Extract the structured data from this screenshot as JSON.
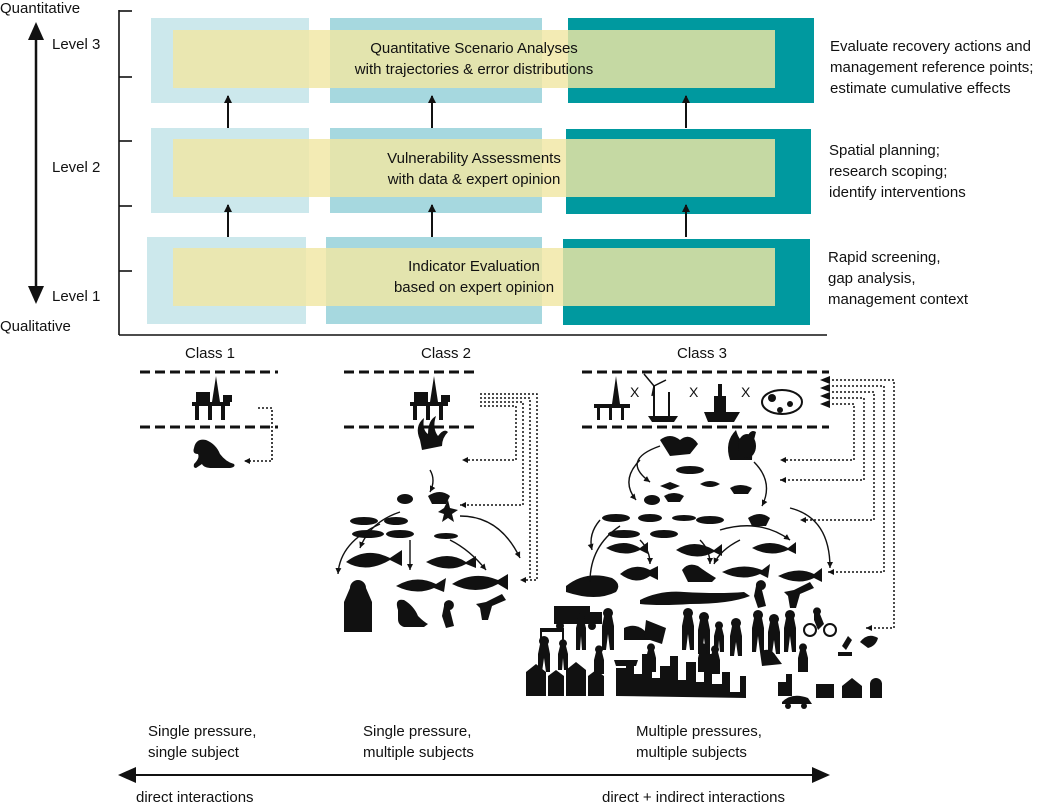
{
  "axis": {
    "top_label": "Quantitative",
    "bottom_label": "Qualitative",
    "levels": [
      "Level 3",
      "Level 2",
      "Level 1"
    ]
  },
  "levels": [
    {
      "title_line1": "Quantitative Scenario Analyses",
      "title_line2": "with trajectories & error distributions",
      "purpose_lines": [
        "Evaluate recovery actions and",
        "management reference points;",
        "estimate cumulative effects"
      ]
    },
    {
      "title_line1": "Vulnerability Assessments",
      "title_line2": "with data & expert opinion",
      "purpose_lines": [
        "Spatial planning;",
        "research scoping;",
        "identify interventions"
      ]
    },
    {
      "title_line1": "Indicator Evaluation",
      "title_line2": "based on expert opinion",
      "purpose_lines": [
        "Rapid screening,",
        "gap analysis,",
        "management context"
      ]
    }
  ],
  "classes": [
    {
      "name": "Class 1",
      "desc_line1": "Single pressure,",
      "desc_line2": "single subject"
    },
    {
      "name": "Class 2",
      "desc_line1": "Single pressure,",
      "desc_line2": "multiple subjects"
    },
    {
      "name": "Class 3",
      "desc_line1": "Multiple pressures,",
      "desc_line2": "multiple subjects"
    }
  ],
  "bottom_axis": {
    "left_label": "direct interactions",
    "right_label": "direct + indirect interactions"
  },
  "colors": {
    "class1": "#cce8ec",
    "class2": "#a6d8df",
    "class3": "#00999f",
    "band": "#f0e6a4",
    "silhouette": "#111111"
  }
}
